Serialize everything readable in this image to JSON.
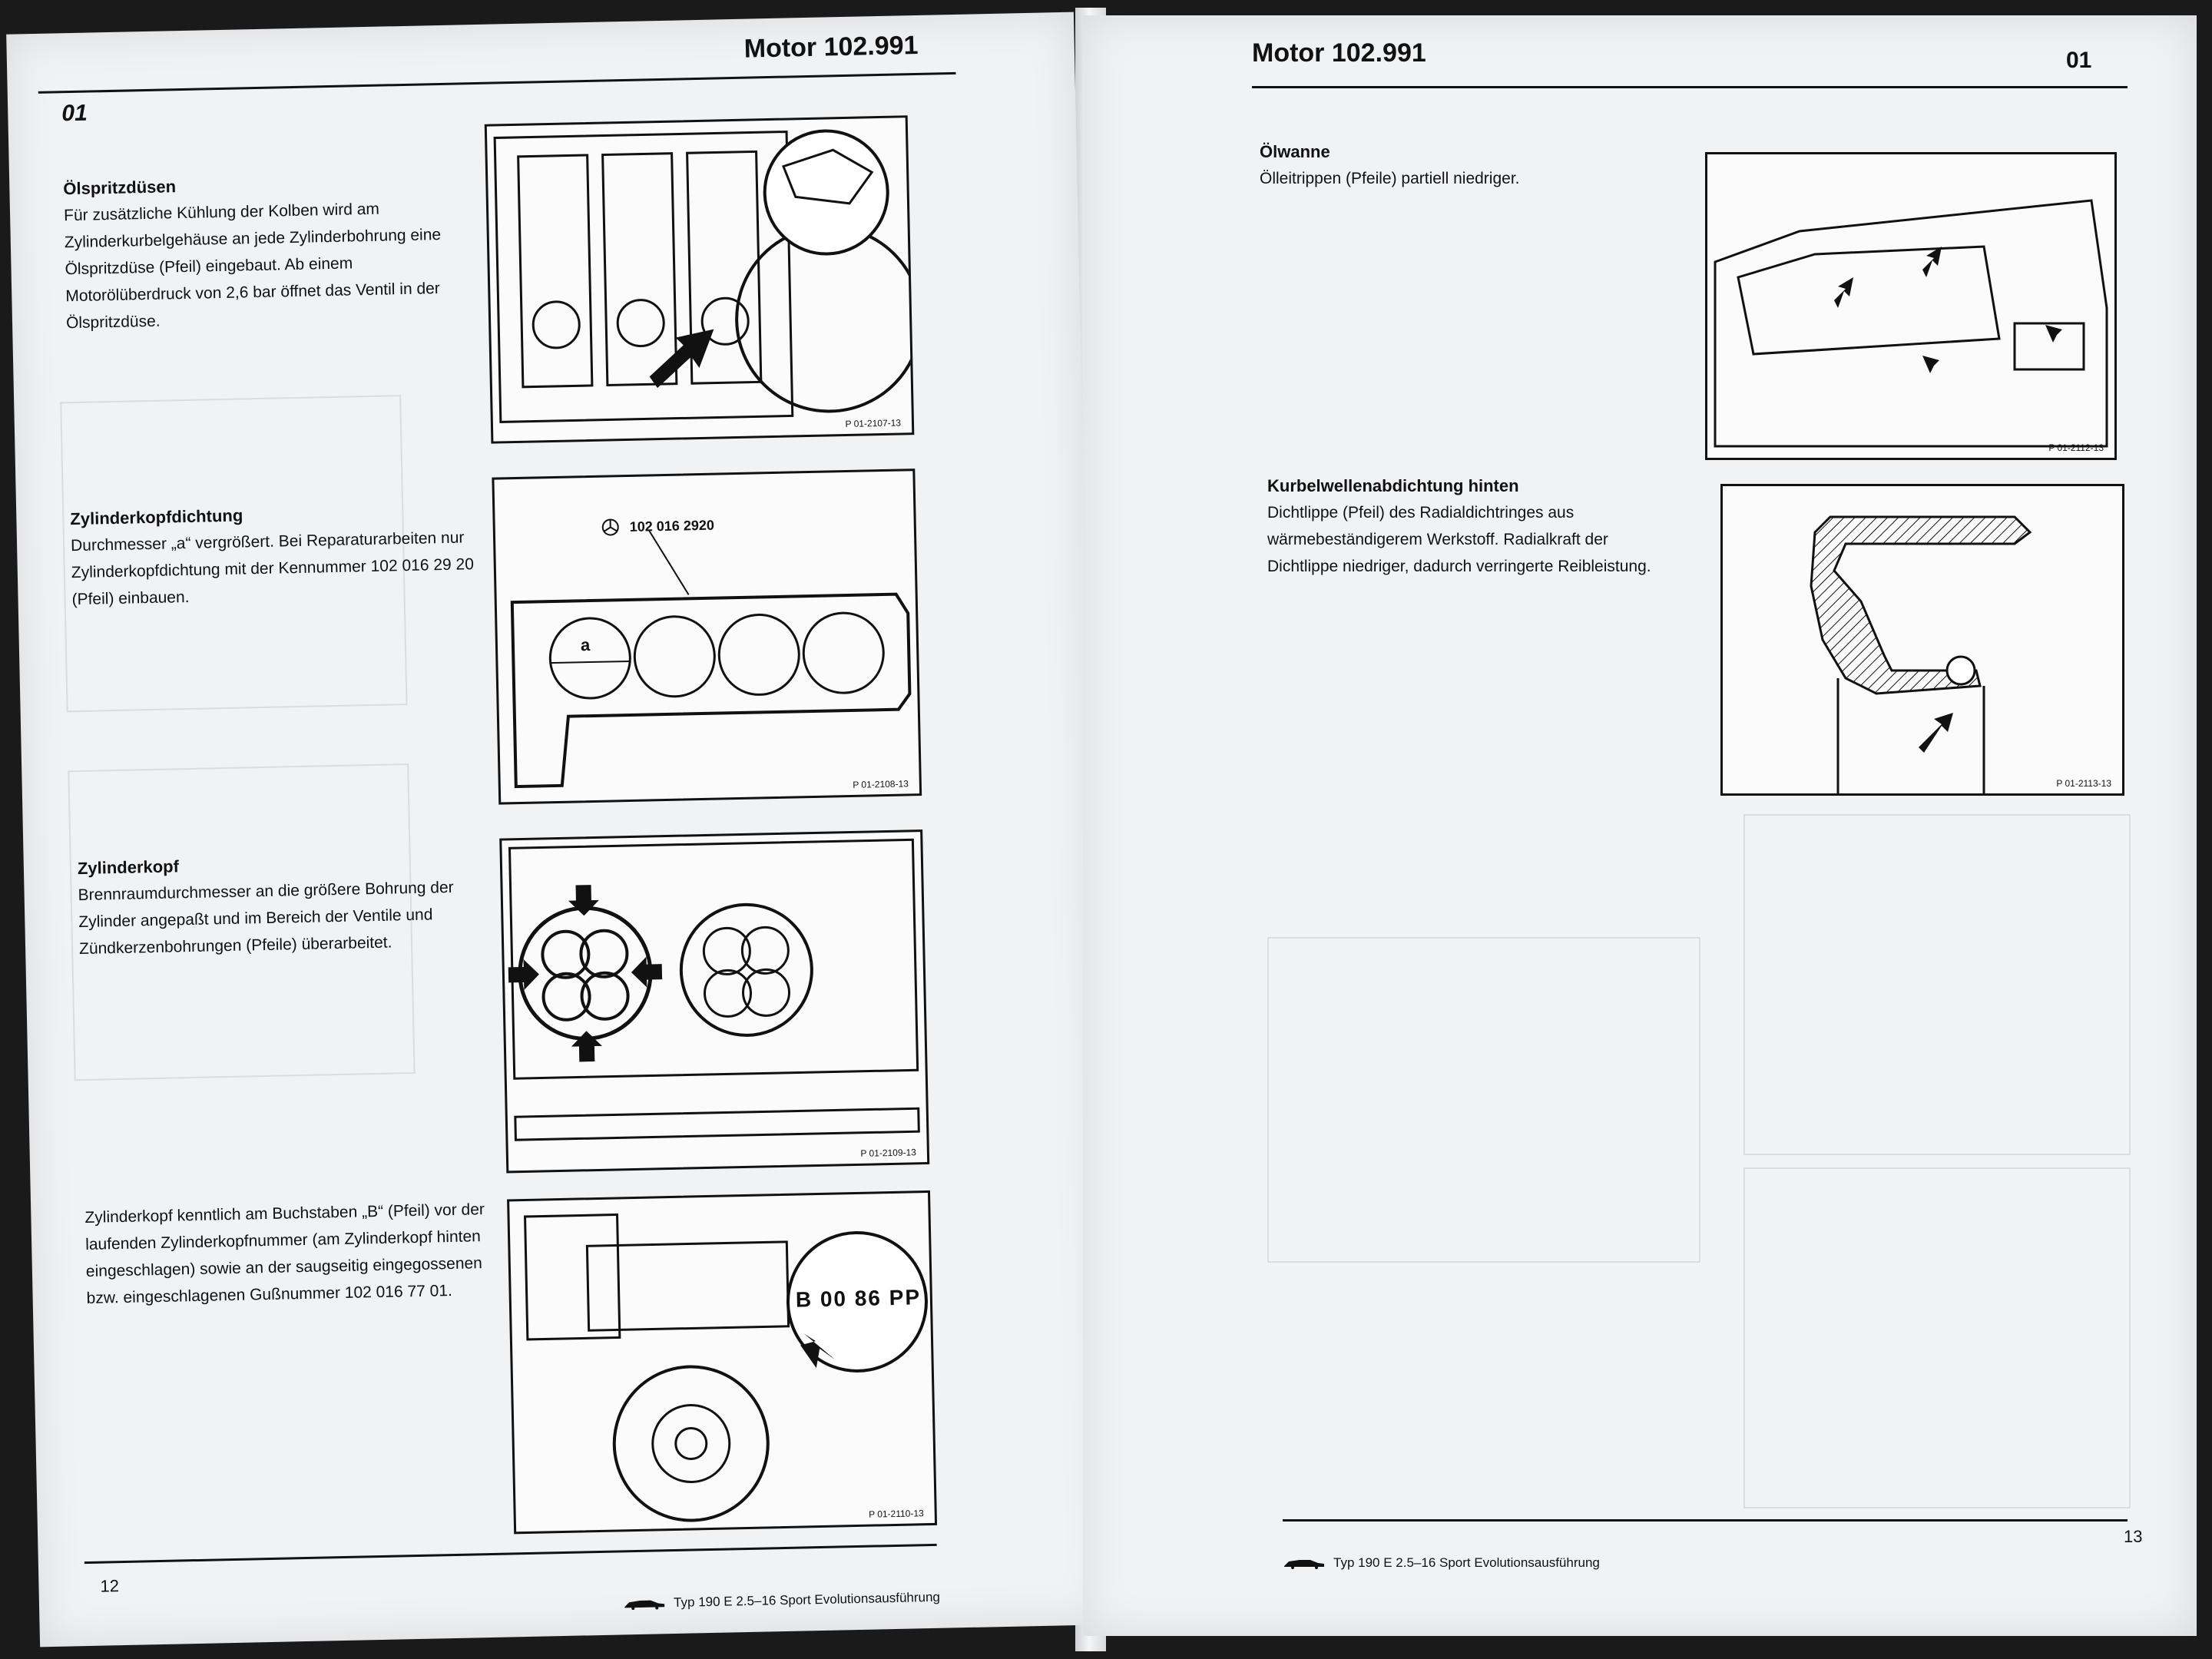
{
  "left_page": {
    "header_title": "Motor 102.991",
    "section_number": "01",
    "page_number": "12",
    "footer_text": "Typ 190 E 2.5–16 Sport Evolutionsausführung",
    "sections": [
      {
        "title": "Ölspritzdüsen",
        "body": "Für zusätzliche Kühlung der Kolben wird am Zylinderkurbelgehäuse an jede Zylinderbohrung eine Ölspritzdüse (Pfeil) eingebaut. Ab einem Motorölüberdruck von 2,6 bar öffnet das Ventil in der Ölspritzdüse.",
        "figure_code": "P 01-2107-13"
      },
      {
        "title": "Zylinderkopfdichtung",
        "body": "Durchmesser „a“ vergrößert. Bei Reparaturarbeiten nur Zylinderkopfdichtung mit der Kennummer 102 016 29 20 (Pfeil) einbauen.",
        "figure_code": "P 01-2108-13",
        "figure_label_part": "102 016 2920",
        "figure_label_dim": "a"
      },
      {
        "title": "Zylinderkopf",
        "body": "Brennraumdurchmesser an die größere Bohrung der Zylinder angepaßt und im Bereich der Ventile und Zündkerzenbohrungen (Pfeile) überarbeitet.",
        "figure_code": "P 01-2109-13"
      },
      {
        "title": "",
        "body": "Zylinderkopf kenntlich am Buchstaben „B“ (Pfeil) vor der laufenden Zylinderkopfnummer (am Zylinderkopf hinten eingeschlagen) sowie an der saugseitig eingegossenen bzw. eingeschlagenen Gußnummer 102 016 77 01.",
        "figure_code": "P 01-2110-13",
        "figure_label_stamp": "B 00 86 PP"
      }
    ]
  },
  "right_page": {
    "header_title": "Motor 102.991",
    "section_number": "01",
    "page_number": "13",
    "footer_text": "Typ 190 E 2.5–16 Sport Evolutionsausführung",
    "sections": [
      {
        "title": "Ölwanne",
        "body": "Ölleitrippen (Pfeile) partiell niedriger.",
        "figure_code": "P 01-2112-13"
      },
      {
        "title": "Kurbelwellenabdichtung hinten",
        "body": "Dichtlippe (Pfeil) des Radialdichtringes aus wärmebeständigerem Werkstoff. Radialkraft der Dichtlippe niedriger, dadurch verringerte Reibleistung.",
        "figure_code": "P 01-2113-13"
      }
    ]
  },
  "colors": {
    "paper": "#f1f2f4",
    "ink": "#111111",
    "background": "#1a1a1a"
  }
}
